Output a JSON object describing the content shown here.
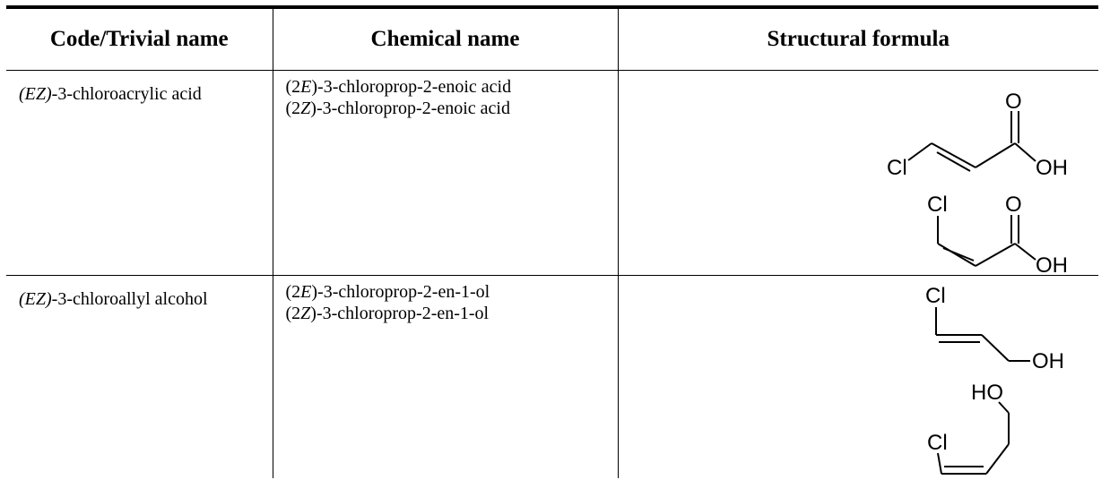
{
  "table": {
    "headers": [
      "Code/Trivial name",
      "Chemical name",
      "Structural formula"
    ],
    "rows": [
      {
        "trivial_prefix": "(EZ)",
        "trivial_rest": "-3-chloroacrylic acid",
        "chemical_names": [
          {
            "pre": "(2",
            "it": "E",
            "post": ")-3-chloroprop-2-enoic acid"
          },
          {
            "pre": "(2",
            "it": "Z",
            "post": ")-3-chloroprop-2-enoic acid"
          }
        ],
        "structures": [
          {
            "isomer": "E",
            "atoms": [
              "O",
              "Cl",
              "OH"
            ]
          },
          {
            "isomer": "Z",
            "atoms": [
              "Cl",
              "O",
              "OH"
            ]
          }
        ]
      },
      {
        "trivial_prefix": "(EZ)",
        "trivial_rest": "-3-chloroallyl alcohol",
        "chemical_names": [
          {
            "pre": "(2",
            "it": "E",
            "post": ")-3-chloroprop-2-en-1-ol"
          },
          {
            "pre": "(2",
            "it": "Z",
            "post": ")-3-chloroprop-2-en-1-ol"
          }
        ],
        "structures": [
          {
            "isomer": "E",
            "atoms": [
              "Cl",
              "OH"
            ]
          },
          {
            "isomer": "Z",
            "atoms": [
              "HO",
              "Cl"
            ]
          }
        ]
      }
    ]
  }
}
